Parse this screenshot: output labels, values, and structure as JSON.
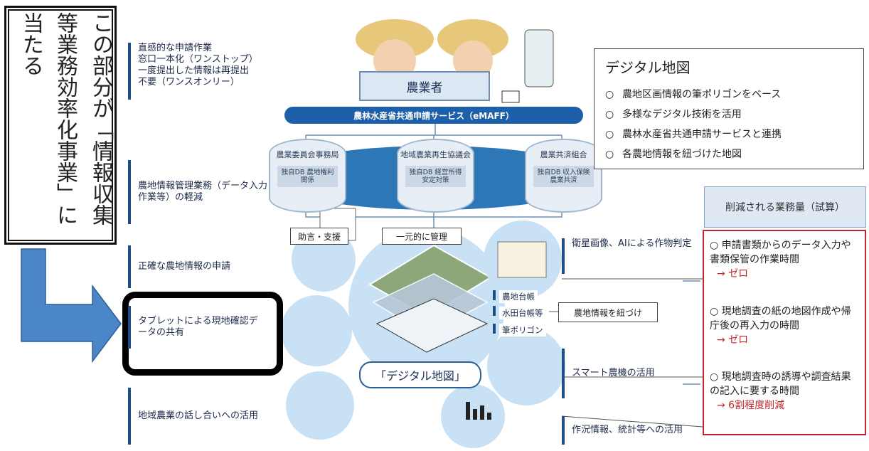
{
  "vertical_note": {
    "col1": "この部分が「情報収集",
    "col2": "等業務効率化事業」に",
    "col3": "当たる"
  },
  "left_labels": {
    "top": [
      "直感的な申請作業",
      "窓口一本化（ワンストップ）",
      "一度提出した情報は再提出",
      "不要（ワンスオンリー）"
    ],
    "mid": "農地情報管理業務（データ入力作業等）の軽減",
    "accurate": "正確な農地情報の申請",
    "tablet": "タブレットによる現地確認データの共有",
    "talk": "地域農業の話し合いへの活用"
  },
  "farmer_label": "農業者",
  "banner": "農林水産省共通申請サービス（eMAFF）",
  "dbs": [
    {
      "head": "農業委員会事務局",
      "body": "独自DB 農地権利関係"
    },
    {
      "head": "地域農業再生協議会",
      "body": "独自DB 経営所得安定対策"
    },
    {
      "head": "農業共済組合",
      "body": "独自DB 収入保険農業共済"
    }
  ],
  "support_label": "助言・支援",
  "unified_label": "一元的に管理",
  "map_tags": [
    "農地台帳",
    "水田台帳等",
    "筆ポリゴン"
  ],
  "link_label": "農地情報を紐づけ",
  "center_title": "「デジタル地図」",
  "right_labels": {
    "satellite": "衛星画像、AIによる作物判定",
    "smart": "スマート農機の活用",
    "stats": "作況情報、統計等への活用"
  },
  "digital_map": {
    "title": "デジタル地図",
    "marker": "○",
    "items": [
      "農地区画情報の筆ポリゴンをベース",
      "多様なデジタル技術を活用",
      "農林水産省共通申請サービスと連携",
      "各農地情報を紐づけた地図"
    ]
  },
  "reduction": {
    "header": "削減される業務量（試算）",
    "items": [
      {
        "text": "○ 申請書類からのデータ入力や書類保管の作業時間",
        "result": "→ ゼロ"
      },
      {
        "text": "○ 現地調査の紙の地図作成や帰庁後の再入力の時間",
        "result": "→ ゼロ"
      },
      {
        "text": "○ 現地調査時の誘導や調査結果の記入に要する時間",
        "result": "→ 6割程度削減"
      }
    ]
  },
  "colors": {
    "accent_blue": "#1d5fa8",
    "arrow_blue": "#4a86c8",
    "red": "#c0272d"
  }
}
